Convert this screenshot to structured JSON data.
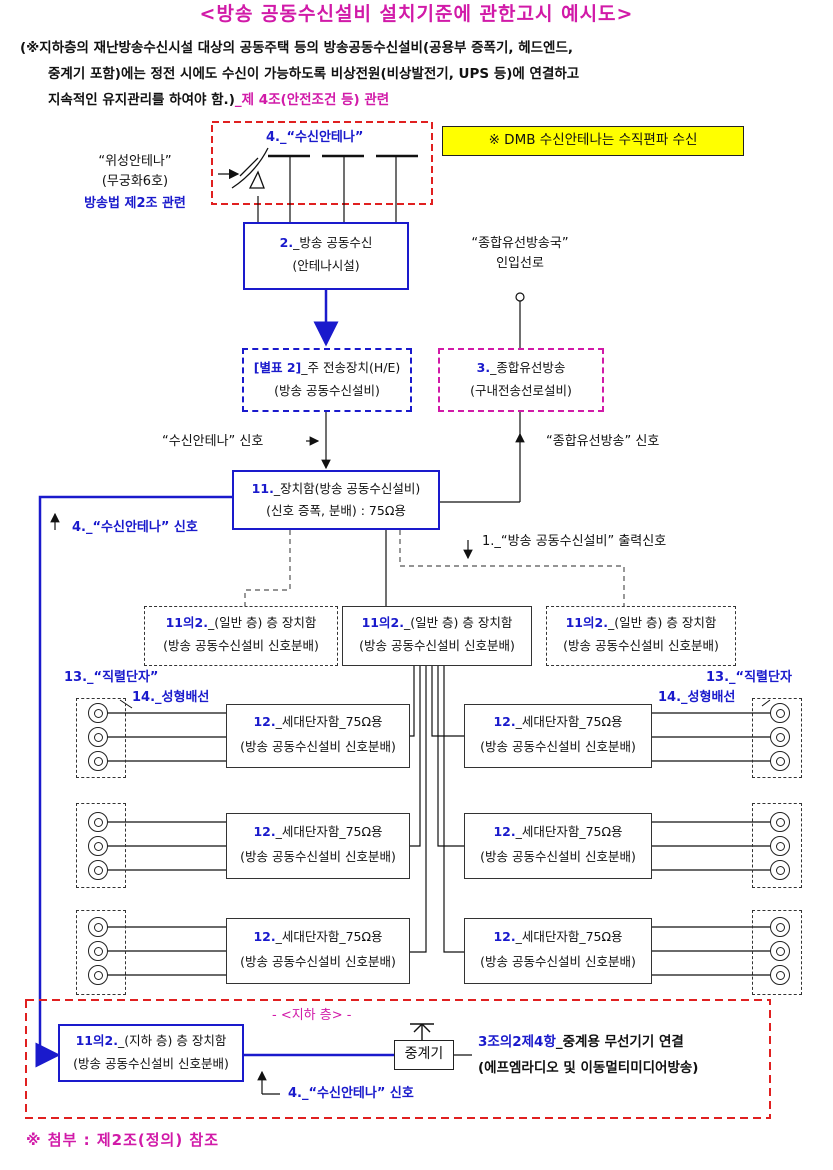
{
  "title": "<방송 공동수신설비 설치기준에 관한고시 예시도>",
  "note": {
    "line1": "(※지하층의 재난방송수신시설 대상의 공동주택 등의 방송공동수신설비(공용부 증폭기, 헤드엔드,",
    "line2": "중계기 포함)에는 정전 시에도 수신이 가능하도록 비상전원(비상발전기, UPS 등)에 연결하고",
    "line3": "지속적인 유지관리를 하여야 함.)",
    "line3_ref": "_제 4조(안전조건 등) 관련"
  },
  "dmb_note": "※ DMB 수신안테나는 수직편파 수신",
  "antenna": {
    "label": "4._“수신안테나”"
  },
  "satellite": {
    "line1": "“위성안테나”",
    "line2": "(무궁화6호)",
    "law": "방송법 제2조 관련"
  },
  "broadcast_reception": {
    "num": "2.",
    "line1": "_방송 공동수신",
    "line2": "(안테나시설)"
  },
  "cable_station": {
    "line1": "“종합유선방송국”",
    "line2": "인입선로"
  },
  "headend": {
    "num": "[별표 2]",
    "line1": "_주 전송장치(H/E)",
    "line2": "(방송 공동수신설비)"
  },
  "cable_broadcast": {
    "num": "3.",
    "line1": "_종합유선방송",
    "line2": "(구내전송선로설비)"
  },
  "signal_antenna": "“수신안테나” 신호",
  "signal_cable": "“종합유선방송” 신호",
  "main_cabinet": {
    "num": "11.",
    "line1": "_장치함(방송 공동수신설비)",
    "line2": "(신호 증폭, 분배) : 75Ω용"
  },
  "signal_antenna_left": "4._“수신안테나” 신호",
  "output_signal": "1._“방송 공동수신설비” 출력신호",
  "floor_cabinets": [
    {
      "num": "11의2.",
      "line1": "_(일반 층) 층 장치함",
      "line2": "(방송 공동수신설비 신호분배)"
    },
    {
      "num": "11의2.",
      "line1": "_(일반 층) 층 장치함",
      "line2": "(방송 공동수신설비 신호분배)"
    },
    {
      "num": "11의2.",
      "line1": "_(일반 층) 층 장치함",
      "line2": "(방송 공동수신설비 신호분배)"
    }
  ],
  "terminal_left": "13._“직렬단자”",
  "terminal_right": "13._“직렬단자",
  "star_wiring_left": "14._성형배선",
  "star_wiring_right": "14._성형배선",
  "unit_boxes": [
    {
      "num": "12.",
      "line1": "_세대단자함_75Ω용",
      "line2": "(방송 공동수신설비 신호분배)"
    },
    {
      "num": "12.",
      "line1": "_세대단자함_75Ω용",
      "line2": "(방송 공동수신설비 신호분배)"
    },
    {
      "num": "12.",
      "line1": "_세대단자함_75Ω용",
      "line2": "(방송 공동수신설비 신호분배)"
    },
    {
      "num": "12.",
      "line1": "_세대단자함_75Ω용",
      "line2": "(방송 공동수신설비 신호분배)"
    },
    {
      "num": "12.",
      "line1": "_세대단자함_75Ω용",
      "line2": "(방송 공동수신설비 신호분배)"
    },
    {
      "num": "12.",
      "line1": "_세대단자함_75Ω용",
      "line2": "(방송 공동수신설비 신호분배)"
    }
  ],
  "basement": {
    "label": "- <지하 층> -",
    "cabinet": {
      "num": "11의2.",
      "line1": "_(지하 층) 층 장치함",
      "line2": "(방송 공동수신설비 신호분배)"
    },
    "repeater": "중계기",
    "repeater_ref": "3조의2제4항",
    "repeater_line1": "_중계용 무선기기 연결",
    "repeater_line2": "(에프엠라디오 및 이동멀티미디어방송)",
    "signal": "4._“수신안테나” 신호"
  },
  "footer": "※ 첨부 : 제2조(정의) 참조",
  "colors": {
    "accent": "#d11aa8",
    "blue": "#1a1acc",
    "red": "#e02020",
    "yellow": "#ffff00"
  }
}
